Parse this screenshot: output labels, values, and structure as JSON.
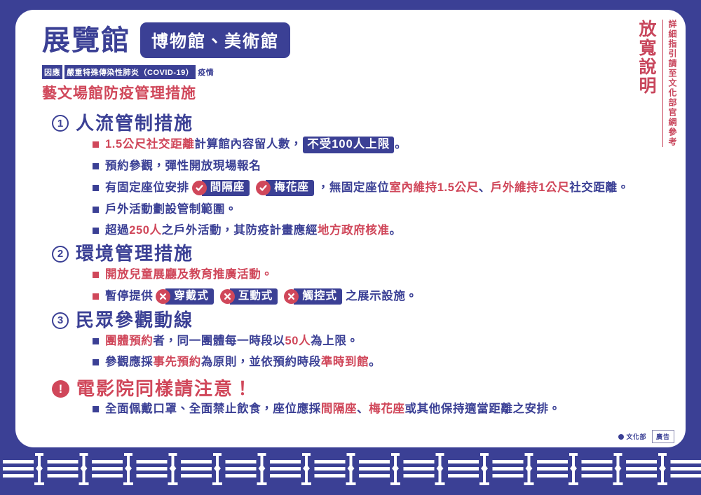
{
  "colors": {
    "navy": "#3b4095",
    "red": "#d0475a",
    "white": "#ffffff"
  },
  "header": {
    "main_title": "展覽館",
    "title_pill": "博物館、美術館",
    "sub_tag_1": "因應",
    "sub_tag_2": "嚴重特殊傳染性肺炎（COVID-19）",
    "sub_plain": "疫情",
    "sub_red": "藝文場館防疫管理措施"
  },
  "vertical": {
    "big": "放寬說明",
    "small": "詳細指引請至文化部官網參考"
  },
  "sections": [
    {
      "num": "①",
      "title": "人流管制措施",
      "bullets": [
        {
          "bullet_color": "red",
          "parts": [
            {
              "type": "text",
              "color": "red",
              "text": "1.5公尺社交距離"
            },
            {
              "type": "text",
              "color": "navy",
              "text": "計算館內容留人數，"
            },
            {
              "type": "chip",
              "text": "不受100人上限"
            },
            {
              "type": "text",
              "color": "navy",
              "text": "。"
            }
          ]
        },
        {
          "bullet_color": "navy",
          "parts": [
            {
              "type": "text",
              "color": "navy",
              "text": "預約參觀，彈性開放現場報名"
            }
          ]
        },
        {
          "bullet_color": "navy",
          "parts": [
            {
              "type": "text",
              "color": "navy",
              "text": "有固定座位安排"
            },
            {
              "type": "badge",
              "icon": "check-icon",
              "label": "間隔座"
            },
            {
              "type": "badge",
              "icon": "check-icon",
              "label": "梅花座"
            },
            {
              "type": "text",
              "color": "navy",
              "text": "，無固定座位"
            },
            {
              "type": "text",
              "color": "red",
              "text": "室內維持1.5公尺"
            },
            {
              "type": "text",
              "color": "navy",
              "text": "、"
            },
            {
              "type": "text",
              "color": "red",
              "text": "戶外維持1公尺"
            },
            {
              "type": "text",
              "color": "navy",
              "text": "社交距離。"
            }
          ]
        },
        {
          "bullet_color": "navy",
          "parts": [
            {
              "type": "text",
              "color": "navy",
              "text": "戶外活動劃設管制範圍。"
            }
          ]
        },
        {
          "bullet_color": "navy",
          "parts": [
            {
              "type": "text",
              "color": "navy",
              "text": "超過"
            },
            {
              "type": "text",
              "color": "red",
              "text": "250人"
            },
            {
              "type": "text",
              "color": "navy",
              "text": "之戶外活動，其防疫計畫應經"
            },
            {
              "type": "text",
              "color": "red",
              "text": "地方政府核准"
            },
            {
              "type": "text",
              "color": "navy",
              "text": "。"
            }
          ]
        }
      ]
    },
    {
      "num": "②",
      "title": "環境管理措施",
      "bullets": [
        {
          "bullet_color": "red",
          "parts": [
            {
              "type": "text",
              "color": "red",
              "text": "開放兒童展廳及教育推廣活動。"
            }
          ]
        },
        {
          "bullet_color": "red",
          "parts": [
            {
              "type": "text",
              "color": "navy",
              "text": "暫停提供"
            },
            {
              "type": "badge",
              "icon": "x-icon",
              "label": "穿戴式"
            },
            {
              "type": "badge",
              "icon": "x-icon",
              "label": "互動式"
            },
            {
              "type": "badge",
              "icon": "x-icon",
              "label": "觸控式"
            },
            {
              "type": "text",
              "color": "navy",
              "text": "之展示設施。"
            }
          ]
        }
      ]
    },
    {
      "num": "③",
      "title": "民眾參觀動線",
      "bullets": [
        {
          "bullet_color": "navy",
          "parts": [
            {
              "type": "text",
              "color": "red",
              "text": "團體預約"
            },
            {
              "type": "text",
              "color": "navy",
              "text": "者，同一團體每一時段以"
            },
            {
              "type": "text",
              "color": "red",
              "text": "50人"
            },
            {
              "type": "text",
              "color": "navy",
              "text": "為上限。"
            }
          ]
        },
        {
          "bullet_color": "navy",
          "parts": [
            {
              "type": "text",
              "color": "navy",
              "text": "參觀應採"
            },
            {
              "type": "text",
              "color": "red",
              "text": "事先預約"
            },
            {
              "type": "text",
              "color": "navy",
              "text": "為原則，並依預約時段"
            },
            {
              "type": "text",
              "color": "red",
              "text": "準時到館"
            },
            {
              "type": "text",
              "color": "navy",
              "text": "。"
            }
          ]
        }
      ]
    }
  ],
  "warning": {
    "icon": "exclamation-icon",
    "title": "電影院同樣請注意！",
    "bullets": [
      {
        "bullet_color": "navy",
        "parts": [
          {
            "type": "text",
            "color": "navy",
            "text": "全面佩戴口罩、全面禁止飲食，座位應採"
          },
          {
            "type": "text",
            "color": "red",
            "text": "間隔座"
          },
          {
            "type": "text",
            "color": "navy",
            "text": "、"
          },
          {
            "type": "text",
            "color": "red",
            "text": "梅花座"
          },
          {
            "type": "text",
            "color": "navy",
            "text": "或其他保持適當距離之安排。"
          }
        ]
      }
    ]
  },
  "footer": {
    "logo_text": "文化部",
    "ad_label": "廣告"
  }
}
